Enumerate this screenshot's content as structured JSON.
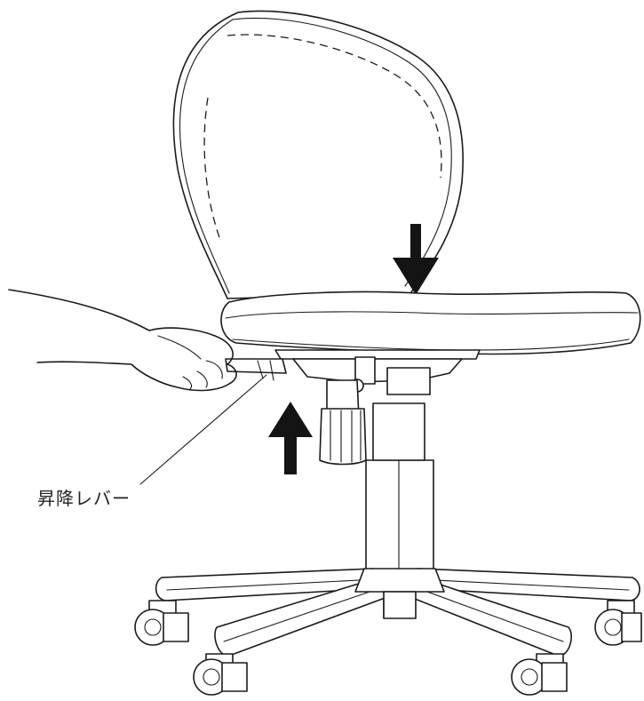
{
  "labels": {
    "lever": "昇降レバー"
  },
  "colors": {
    "line": "#1a1a1a",
    "arrow": "#141414",
    "background": "#ffffff"
  },
  "arrows": [
    {
      "name": "seat-press-down-arrow",
      "direction": "down"
    },
    {
      "name": "lift-up-arrow",
      "direction": "up"
    }
  ]
}
